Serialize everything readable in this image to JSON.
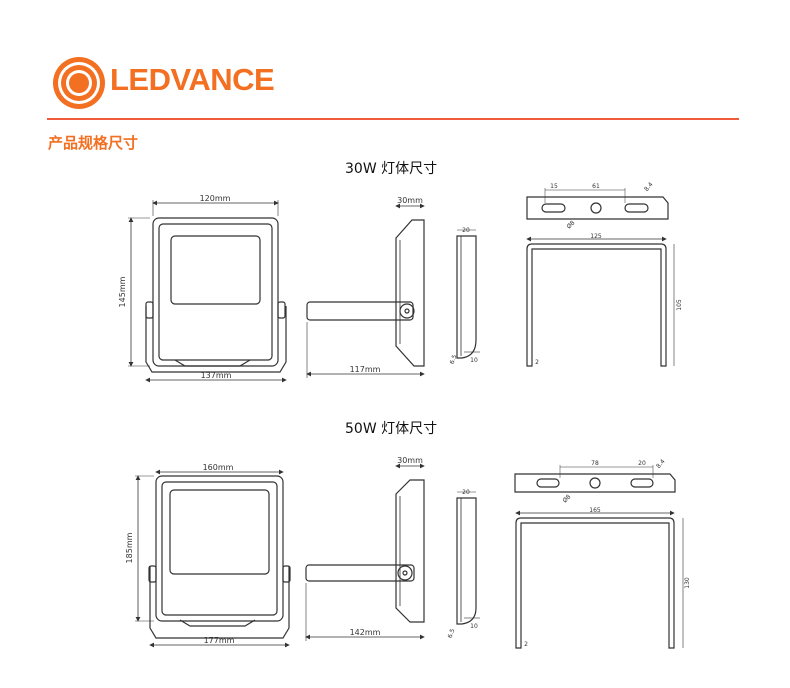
{
  "brand": {
    "name": "LEDVANCE",
    "logo_icon": "ledvance-logo-icon",
    "accent_color": "#f36f21",
    "rule_color": "#ef5a3a"
  },
  "section_title": "产品规格尺寸",
  "figures": [
    {
      "title": "30W 灯体尺寸",
      "front": {
        "width": "120mm",
        "height": "145mm",
        "bracket_width": "137mm"
      },
      "side": {
        "depth": "30mm",
        "bracket_depth": "117mm"
      },
      "edge": {
        "top": "20",
        "bottom_small": "10",
        "angle": "6.5"
      },
      "bracket_top": {
        "slot": "15",
        "spacing": "61",
        "end": "8.4",
        "hole": "Ø8"
      },
      "bracket_front": {
        "width": "125",
        "height": "105",
        "thickness": "2"
      }
    },
    {
      "title": "50W 灯体尺寸",
      "front": {
        "width": "160mm",
        "height": "185mm",
        "bracket_width": "177mm"
      },
      "side": {
        "depth": "30mm",
        "bracket_depth": "142mm"
      },
      "edge": {
        "top": "20",
        "bottom_small": "10",
        "angle": "6.5"
      },
      "bracket_top": {
        "slot": "20",
        "spacing": "78",
        "end": "8.4",
        "hole": "Ø8"
      },
      "bracket_front": {
        "width": "165",
        "height": "130",
        "thickness": "2"
      }
    }
  ]
}
